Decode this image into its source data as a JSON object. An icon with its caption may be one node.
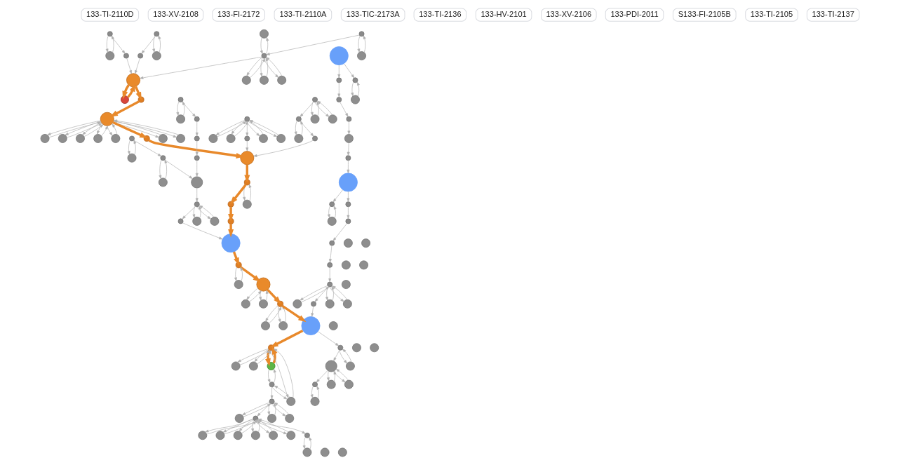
{
  "diagram": {
    "nodes": [
      {
        "text": [
          "133-TI-2110D"
        ]
      },
      {
        "text": [
          "133-XV-2108"
        ]
      },
      {
        "text": [
          "133-FI-2172"
        ]
      },
      {
        "text": [
          "133-TI-2110A"
        ]
      },
      {
        "text": [
          "133-TIC-2173A"
        ]
      },
      {
        "text": [
          "133-TI-2136"
        ]
      },
      {
        "text": [
          "133-HV-2101"
        ]
      },
      {
        "text": [
          "133-XV-2106"
        ]
      },
      {
        "text": [
          "133-PDI-2011"
        ]
      },
      {
        "text": [
          "S133-FI-2105B"
        ]
      },
      {
        "text": [
          "133-TI-2105"
        ]
      },
      {
        "text": [
          "133-TI-2137"
        ]
      },
      {
        "text": [],
        "shape": "circle"
      },
      {
        "text": [],
        "shape": "circle"
      },
      {
        "text": [],
        "shape": "circle"
      },
      {
        "text": [],
        "shape": "circle"
      },
      {
        "text": [],
        "shape": "circle"
      },
      {
        "text": [],
        "shape": "circle"
      },
      {
        "text": [],
        "shape": "circle"
      },
      {
        "text": [],
        "shape": "circle"
      },
      {
        "text": [],
        "shape": "circle"
      },
      {
        "text": [],
        "shape": "circle"
      },
      {
        "text": [],
        "shape": "circle"
      },
      {
        "text": [],
        "shape": "circle"
      },
      {
        "text": [],
        "shape": "circle"
      },
      {
        "text": [],
        "shape": "circle"
      },
      {
        "text": [],
        "shape": "circle"
      },
      {
        "text": [],
        "shape": "circle"
      },
      {
        "text": [],
        "shape": "circle"
      },
      {
        "text": [],
        "shape": "circle"
      },
      {
        "text": [],
        "shape": "circle"
      },
      {
        "text": [],
        "shape": "circle"
      },
      {
        "text": [],
        "shape": "circle"
      },
      {
        "text": [],
        "shape": "circle"
      },
      {
        "text": [],
        "shape": "circle"
      },
      {
        "text": [],
        "shape": "circle"
      },
      {
        "text": [],
        "shape": "circle"
      },
      {
        "text": [],
        "shape": "circle"
      },
      {
        "text": [],
        "shape": "circle"
      },
      {
        "text": [],
        "shape": "circle"
      },
      {
        "text": [],
        "shape": "circle"
      },
      {
        "text": [],
        "shape": "circle"
      },
      {
        "text": [],
        "shape": "circle"
      },
      {
        "text": [],
        "shape": "circle"
      },
      {
        "text": [],
        "shape": "circle"
      },
      {
        "text": [],
        "shape": "circle"
      },
      {
        "text": [],
        "shape": "circle"
      },
      {
        "text": [],
        "shape": "circle"
      },
      {
        "text": [],
        "shape": "circle"
      },
      {
        "text": [],
        "shape": "circle"
      },
      {
        "text": [],
        "shape": "circle"
      },
      {
        "text": [],
        "shape": "circle"
      },
      {
        "text": [],
        "shape": "circle"
      },
      {
        "text": [],
        "shape": "circle"
      },
      {
        "text": [],
        "shape": "circle"
      },
      {
        "text": [],
        "shape": "circle"
      },
      {
        "text": [],
        "shape": "circle"
      },
      {
        "text": [],
        "shape": "circle"
      },
      {
        "text": [],
        "shape": "circle"
      },
      {
        "text": [],
        "shape": "circle"
      },
      {
        "text": [],
        "shape": "circle"
      },
      {
        "text": [],
        "shape": "circle"
      },
      {
        "text": [],
        "shape": "circle"
      },
      {
        "text": [],
        "shape": "circle"
      },
      {
        "text": [],
        "shape": "circle"
      },
      {
        "text": [],
        "shape": "circle"
      },
      {
        "text": [],
        "shape": "circle"
      },
      {
        "text": [],
        "shape": "circle"
      },
      {
        "text": [],
        "shape": "circle"
      },
      {
        "text": [],
        "shape": "circle"
      },
      {
        "text": [],
        "shape": "circle"
      },
      {
        "text": [],
        "shape": "circle"
      },
      {
        "text": [],
        "shape": "circle"
      },
      {
        "text": [],
        "shape": "circle"
      },
      {
        "text": [],
        "shape": "circle"
      },
      {
        "text": [],
        "shape": "circle"
      },
      {
        "text": [],
        "shape": "circle"
      },
      {
        "text": [],
        "shape": "circle"
      },
      {
        "text": [],
        "shape": "circle"
      },
      {
        "text": [],
        "shape": "circle"
      },
      {
        "text": [],
        "shape": "circle"
      },
      {
        "text": [],
        "shape": "circle"
      },
      {
        "text": [],
        "shape": "circle"
      },
      {
        "text": [],
        "shape": "circle"
      },
      {
        "text": [],
        "shape": "circle"
      },
      {
        "text": [],
        "shape": "circle"
      },
      {
        "text": [],
        "shape": "circle"
      },
      {
        "text": [],
        "shape": "circle"
      },
      {
        "text": [],
        "shape": "circle"
      },
      {
        "text": [],
        "shape": "circle"
      },
      {
        "text": [],
        "shape": "circle"
      },
      {
        "text": [],
        "shape": "circle"
      },
      {
        "text": [],
        "shape": "circle"
      },
      {
        "text": [],
        "shape": "circle"
      },
      {
        "text": [],
        "shape": "circle"
      },
      {
        "text": [],
        "shape": "circle"
      },
      {
        "text": [],
        "shape": "circle"
      },
      {
        "text": [],
        "shape": "circle"
      },
      {
        "text": [],
        "shape": "circle"
      },
      {
        "text": [],
        "shape": "circle"
      },
      {
        "text": [],
        "shape": "circle"
      },
      {
        "text": [],
        "shape": "circle"
      },
      {
        "text": [],
        "shape": "circle"
      },
      {
        "text": [],
        "shape": "circle"
      },
      {
        "text": [],
        "shape": "circle"
      },
      {
        "text": [],
        "shape": "circle"
      },
      {
        "text": [],
        "shape": "circle"
      },
      {
        "text": [],
        "shape": "circle"
      },
      {
        "text": [],
        "shape": "circle"
      },
      {
        "text": [],
        "shape": "circle"
      },
      {
        "text": [],
        "shape": "circle"
      },
      {
        "text": [],
        "shape": "circle"
      },
      {
        "text": [],
        "shape": "circle"
      },
      {
        "text": [],
        "shape": "circle"
      },
      {
        "text": [],
        "shape": "circle"
      },
      {
        "text": [],
        "shape": "circle"
      },
      {
        "text": [],
        "shape": "circle"
      },
      {
        "text": [],
        "shape": "circle"
      },
      {
        "text": [],
        "shape": "circle"
      },
      {
        "text": [],
        "shape": "circle"
      },
      {
        "text": [],
        "shape": "circle"
      },
      {
        "text": [],
        "shape": "circle"
      },
      {
        "text": [],
        "shape": "circle"
      },
      {
        "text": [],
        "shape": "circle"
      },
      {
        "text": [],
        "shape": "circle"
      },
      {
        "text": [],
        "shape": "circle"
      },
      {
        "text": [],
        "shape": "circle"
      },
      {
        "text": [],
        "shape": "circle"
      },
      {
        "text": [],
        "shape": "circle"
      },
      {
        "text": [],
        "shape": "circle"
      },
      {
        "text": [],
        "shape": "circle"
      },
      {
        "text": [],
        "shape": "circle"
      },
      {
        "text": [],
        "shape": "circle"
      },
      {
        "text": [],
        "shape": "circle"
      }
    ],
    "edges": [
      {
        "from": 16,
        "to": 12,
        "arrow": "to"
      },
      {
        "from": 12,
        "to": 16,
        "arrow": "to"
      },
      {
        "from": 16,
        "to": 18,
        "arrow": "to"
      },
      {
        "from": 18,
        "to": 16,
        "arrow": "to"
      },
      {
        "from": 16,
        "to": 17,
        "arrow": "to"
      },
      {
        "from": 17,
        "to": 16,
        "arrow": "to"
      },
      {
        "from": 16,
        "to": 21,
        "arrow": "to"
      },
      {
        "from": 21,
        "to": 16,
        "arrow": "to"
      },
      {
        "from": 13,
        "to": 14,
        "arrow": "to"
      },
      {
        "from": 14,
        "to": 13,
        "arrow": "to"
      },
      {
        "from": 24,
        "to": 20,
        "arrow": "to"
      },
      {
        "from": 20,
        "to": 24,
        "arrow": "to"
      },
      {
        "from": 19,
        "to": 15,
        "arrow": "to"
      },
      {
        "from": 15,
        "to": 19,
        "arrow": "to"
      },
      {
        "from": 33,
        "to": 25,
        "arrow": "to"
      },
      {
        "from": 25,
        "to": 33,
        "arrow": "to"
      },
      {
        "from": 33,
        "to": 23,
        "arrow": "to"
      },
      {
        "from": 23,
        "to": 33,
        "arrow": "to"
      },
      {
        "from": 33,
        "to": 28,
        "arrow": "to"
      },
      {
        "from": 28,
        "to": 33,
        "arrow": "to"
      },
      {
        "from": 33,
        "to": 34,
        "arrow": "to"
      },
      {
        "from": 34,
        "to": 33,
        "arrow": "to"
      },
      {
        "from": 33,
        "to": 35,
        "arrow": "to"
      },
      {
        "from": 35,
        "to": 33,
        "arrow": "to"
      },
      {
        "from": 33,
        "to": 41,
        "arrow": "to"
      },
      {
        "from": 41,
        "to": 33,
        "arrow": "to"
      },
      {
        "from": 33,
        "to": 42,
        "arrow": "to"
      },
      {
        "from": 42,
        "to": 33,
        "arrow": "to"
      },
      {
        "from": 38,
        "to": 32,
        "arrow": "to"
      },
      {
        "from": 32,
        "to": 38,
        "arrow": "to"
      },
      {
        "from": 36,
        "to": 31,
        "arrow": "to"
      },
      {
        "from": 31,
        "to": 36,
        "arrow": "to"
      },
      {
        "from": 39,
        "to": 30,
        "arrow": "to"
      },
      {
        "from": 30,
        "to": 39,
        "arrow": "to"
      },
      {
        "from": 54,
        "to": 46,
        "arrow": "to"
      },
      {
        "from": 46,
        "to": 54,
        "arrow": "to"
      },
      {
        "from": 54,
        "to": 45,
        "arrow": "to"
      },
      {
        "from": 45,
        "to": 54,
        "arrow": "to"
      },
      {
        "from": 54,
        "to": 58,
        "arrow": "to"
      },
      {
        "from": 58,
        "to": 54,
        "arrow": "to"
      },
      {
        "from": 54,
        "to": 70,
        "arrow": "to"
      },
      {
        "from": 70,
        "to": 54,
        "arrow": "to"
      },
      {
        "from": 49,
        "to": 40,
        "arrow": "to"
      },
      {
        "from": 40,
        "to": 49,
        "arrow": "to"
      },
      {
        "from": 62,
        "to": 56,
        "arrow": "to"
      },
      {
        "from": 56,
        "to": 62,
        "arrow": "to"
      },
      {
        "from": 74,
        "to": 65,
        "arrow": "to"
      },
      {
        "from": 65,
        "to": 74,
        "arrow": "to"
      },
      {
        "from": 74,
        "to": 83,
        "arrow": "to"
      },
      {
        "from": 83,
        "to": 74,
        "arrow": "to"
      },
      {
        "from": 59,
        "to": 63,
        "arrow": "to"
      },
      {
        "from": 63,
        "to": 59,
        "arrow": "to"
      },
      {
        "from": 59,
        "to": 71,
        "arrow": "to"
      },
      {
        "from": 71,
        "to": 59,
        "arrow": "to"
      },
      {
        "from": 72,
        "to": 73,
        "arrow": "to"
      },
      {
        "from": 73,
        "to": 72,
        "arrow": "to"
      },
      {
        "from": 81,
        "to": 92,
        "arrow": "to"
      },
      {
        "from": 92,
        "to": 81,
        "arrow": "to"
      },
      {
        "from": 97,
        "to": 88,
        "arrow": "to"
      },
      {
        "from": 88,
        "to": 97,
        "arrow": "to"
      },
      {
        "from": 97,
        "to": 100,
        "arrow": "to"
      },
      {
        "from": 100,
        "to": 97,
        "arrow": "to"
      },
      {
        "from": 97,
        "to": 105,
        "arrow": "to"
      },
      {
        "from": 105,
        "to": 97,
        "arrow": "to"
      },
      {
        "from": 91,
        "to": 82,
        "arrow": "to"
      },
      {
        "from": 82,
        "to": 91,
        "arrow": "to"
      },
      {
        "from": 91,
        "to": 95,
        "arrow": "to"
      },
      {
        "from": 95,
        "to": 91,
        "arrow": "to"
      },
      {
        "from": 86,
        "to": 79,
        "arrow": "to"
      },
      {
        "from": 79,
        "to": 86,
        "arrow": "to"
      },
      {
        "from": 86,
        "to": 94,
        "arrow": "to"
      },
      {
        "from": 94,
        "to": 86,
        "arrow": "to"
      },
      {
        "from": 84,
        "to": 90,
        "arrow": "to"
      },
      {
        "from": 90,
        "to": 84,
        "arrow": "to"
      },
      {
        "from": 107,
        "to": 108,
        "arrow": "to"
      },
      {
        "from": 108,
        "to": 107,
        "arrow": "to"
      },
      {
        "from": 107,
        "to": 114,
        "arrow": "to"
      },
      {
        "from": 114,
        "to": 107,
        "arrow": "to"
      },
      {
        "from": 107,
        "to": 115,
        "arrow": "to"
      },
      {
        "from": 115,
        "to": 107,
        "arrow": "to"
      },
      {
        "from": 111,
        "to": 115,
        "arrow": "to"
      },
      {
        "from": 115,
        "to": 111,
        "arrow": "to"
      },
      {
        "from": 102,
        "to": 111,
        "arrow": "to"
      },
      {
        "from": 111,
        "to": 102,
        "arrow": "to"
      },
      {
        "from": 113,
        "to": 106,
        "arrow": "to"
      },
      {
        "from": 106,
        "to": 113,
        "arrow": "to"
      },
      {
        "from": 113,
        "to": 120,
        "arrow": "to"
      },
      {
        "from": 120,
        "to": 113,
        "arrow": "to"
      },
      {
        "from": 113,
        "to": 123,
        "arrow": "to"
      },
      {
        "from": 123,
        "to": 113,
        "arrow": "to"
      },
      {
        "from": 99,
        "to": 85,
        "arrow": "to"
      },
      {
        "from": 85,
        "to": 99,
        "arrow": "to"
      },
      {
        "from": 99,
        "to": 93,
        "arrow": "to"
      },
      {
        "from": 93,
        "to": 99,
        "arrow": "to"
      },
      {
        "from": 99,
        "to": 89,
        "arrow": "to"
      },
      {
        "from": 89,
        "to": 99,
        "arrow": "to"
      },
      {
        "from": 99,
        "to": 98,
        "arrow": "to"
      },
      {
        "from": 98,
        "to": 99,
        "arrow": "to"
      },
      {
        "from": 99,
        "to": 96,
        "arrow": "to"
      },
      {
        "from": 96,
        "to": 99,
        "arrow": "to"
      },
      {
        "from": 99,
        "to": 103,
        "arrow": "to"
      },
      {
        "from": 103,
        "to": 99,
        "arrow": "to"
      },
      {
        "from": 110,
        "to": 116,
        "arrow": "to"
      },
      {
        "from": 116,
        "to": 110,
        "arrow": "to"
      },
      {
        "from": 117,
        "to": 122,
        "arrow": "to"
      },
      {
        "from": 122,
        "to": 117,
        "arrow": "to"
      },
      {
        "from": 112,
        "to": 109,
        "arrow": "to"
      },
      {
        "from": 109,
        "to": 112,
        "arrow": "to"
      },
      {
        "from": 112,
        "to": 119,
        "arrow": "to"
      },
      {
        "from": 119,
        "to": 112,
        "arrow": "to"
      },
      {
        "from": 118,
        "to": 121,
        "arrow": "to"
      },
      {
        "from": 121,
        "to": 118,
        "arrow": "to"
      },
      {
        "from": 27,
        "to": 37,
        "arrow": "to",
        "style": "thick",
        "color": "#e8892b"
      },
      {
        "from": 37,
        "to": 27,
        "arrow": "to",
        "style": "thick",
        "color": "#e8892b"
      },
      {
        "from": 27,
        "to": 29,
        "arrow": "to",
        "style": "thick",
        "color": "#e8892b"
      },
      {
        "from": 29,
        "to": 33,
        "arrow": "to",
        "style": "thick",
        "color": "#e8892b"
      },
      {
        "from": 33,
        "to": 48,
        "arrow": "to",
        "style": "thick",
        "color": "#e8892b"
      },
      {
        "from": 48,
        "to": 60,
        "arrow": "to",
        "style": "thick",
        "color": "#e8892b"
      },
      {
        "from": 60,
        "to": 72,
        "arrow": "to",
        "style": "thick",
        "color": "#e8892b"
      },
      {
        "from": 72,
        "to": 80,
        "arrow": "to",
        "style": "thick",
        "color": "#e8892b"
      },
      {
        "from": 80,
        "to": 77,
        "arrow": "to",
        "style": "thick",
        "color": "#e8892b"
      },
      {
        "from": 77,
        "to": 75,
        "arrow": "to",
        "style": "thick",
        "color": "#e8892b"
      },
      {
        "from": 75,
        "to": 84,
        "arrow": "to",
        "style": "thick",
        "color": "#e8892b"
      },
      {
        "from": 84,
        "to": 86,
        "arrow": "to",
        "style": "thick",
        "color": "#e8892b"
      },
      {
        "from": 86,
        "to": 91,
        "arrow": "to",
        "style": "thick",
        "color": "#e8892b"
      },
      {
        "from": 91,
        "to": 104,
        "arrow": "to",
        "style": "thick",
        "color": "#e8892b"
      },
      {
        "from": 104,
        "to": 107,
        "arrow": "to",
        "style": "thick",
        "color": "#e8892b"
      },
      {
        "from": 107,
        "to": 102,
        "arrow": "to",
        "style": "thick",
        "color": "#e8892b"
      },
      {
        "from": 102,
        "to": 107,
        "arrow": "to",
        "style": "thick",
        "color": "#e8892b"
      },
      {
        "from": 16,
        "to": 27,
        "arrow": "to"
      },
      {
        "from": 13,
        "to": 16,
        "arrow": "to"
      },
      {
        "from": 24,
        "to": 26,
        "arrow": "to"
      },
      {
        "from": 26,
        "to": 27,
        "arrow": "to"
      },
      {
        "from": 19,
        "to": 22,
        "arrow": "to"
      },
      {
        "from": 22,
        "to": 27,
        "arrow": "to"
      },
      {
        "from": 36,
        "to": 38,
        "arrow": "to"
      },
      {
        "from": 38,
        "to": 44,
        "arrow": "to"
      },
      {
        "from": 43,
        "to": 39,
        "arrow": "to"
      },
      {
        "from": 43,
        "to": 53,
        "arrow": "to"
      },
      {
        "from": 53,
        "to": 50,
        "arrow": "to"
      },
      {
        "from": 50,
        "to": 57,
        "arrow": "to"
      },
      {
        "from": 57,
        "to": 66,
        "arrow": "to"
      },
      {
        "from": 66,
        "to": 67,
        "arrow": "to"
      },
      {
        "from": 67,
        "to": 76,
        "arrow": "to"
      },
      {
        "from": 76,
        "to": 68,
        "arrow": "to"
      },
      {
        "from": 68,
        "to": 69,
        "arrow": "to"
      },
      {
        "from": 69,
        "to": 78,
        "arrow": "to"
      },
      {
        "from": 78,
        "to": 87,
        "arrow": "to"
      },
      {
        "from": 87,
        "to": 97,
        "arrow": "to"
      },
      {
        "from": 97,
        "to": 101,
        "arrow": "to"
      },
      {
        "from": 101,
        "to": 104,
        "arrow": "to"
      },
      {
        "from": 76,
        "to": 81,
        "arrow": "to"
      },
      {
        "from": 49,
        "to": 51,
        "arrow": "to"
      },
      {
        "from": 51,
        "to": 52,
        "arrow": "to"
      },
      {
        "from": 52,
        "to": 47,
        "arrow": "to"
      },
      {
        "from": 47,
        "to": 44,
        "arrow": "to"
      },
      {
        "from": 44,
        "to": 59,
        "arrow": "to"
      },
      {
        "from": 54,
        "to": 55,
        "arrow": "to"
      },
      {
        "from": 55,
        "to": 60,
        "arrow": "to"
      },
      {
        "from": 59,
        "to": 64,
        "arrow": "to"
      },
      {
        "from": 64,
        "to": 75,
        "arrow": "to"
      },
      {
        "from": 61,
        "to": 60,
        "arrow": "to"
      },
      {
        "from": 62,
        "to": 61,
        "arrow": "to"
      },
      {
        "from": 74,
        "to": 62,
        "arrow": "to"
      },
      {
        "from": 104,
        "to": 117,
        "arrow": "to"
      },
      {
        "from": 117,
        "to": 112,
        "arrow": "to"
      },
      {
        "from": 112,
        "to": 118,
        "arrow": "to"
      },
      {
        "from": 111,
        "to": 113,
        "arrow": "to"
      },
      {
        "from": 113,
        "to": 99,
        "arrow": "to"
      },
      {
        "from": 99,
        "to": 110,
        "arrow": "to"
      }
    ]
  }
}
